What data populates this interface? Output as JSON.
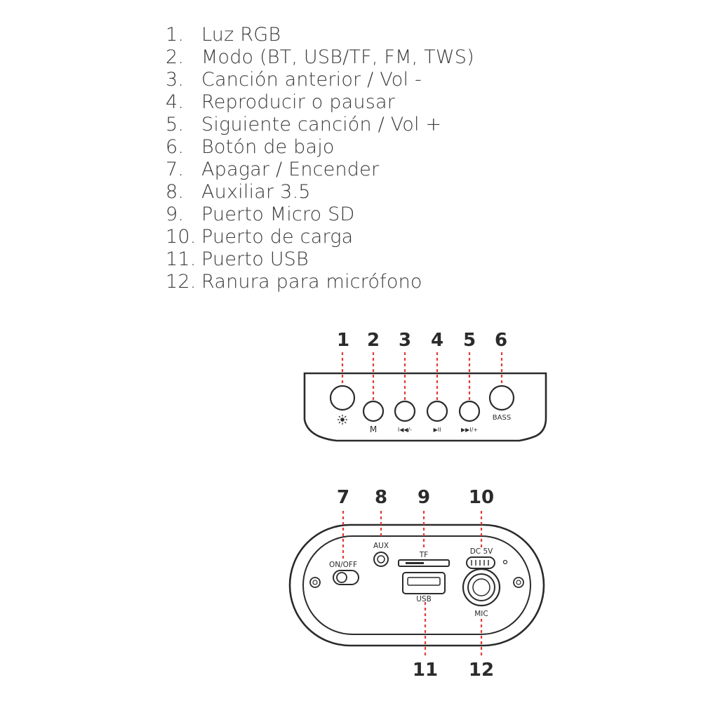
{
  "legend": [
    {
      "num": "1.",
      "text": "Luz RGB"
    },
    {
      "num": "2.",
      "text": "Modo (BT, USB/TF, FM, TWS)"
    },
    {
      "num": "3.",
      "text": "Canción anterior / Vol -"
    },
    {
      "num": "4.",
      "text": "Reproducir o pausar"
    },
    {
      "num": "5.",
      "text": "Siguiente canción / Vol +"
    },
    {
      "num": "6.",
      "text": "Botón de bajo"
    },
    {
      "num": "7.",
      "text": "Apagar / Encender"
    },
    {
      "num": "8.",
      "text": "Auxiliar 3.5"
    },
    {
      "num": "9.",
      "text": "Puerto Micro SD"
    },
    {
      "num": "10.",
      "text": "Puerto de carga"
    },
    {
      "num": "11.",
      "text": "Puerto USB"
    },
    {
      "num": "12.",
      "text": "Ranura para micrófono"
    }
  ],
  "top_panel": {
    "callouts": [
      "1",
      "2",
      "3",
      "4",
      "5",
      "6"
    ],
    "button_labels": {
      "mode": "M",
      "prev": "I◀◀/-",
      "play": "▶II",
      "next": "▶▶I/+",
      "bass": "BASS"
    }
  },
  "rear_panel": {
    "callouts_top": [
      "7",
      "8",
      "9",
      "10"
    ],
    "callouts_bottom": [
      "11",
      "12"
    ],
    "labels": {
      "power": "ON/OFF",
      "aux": "AUX",
      "tf": "TF",
      "dc": "DC 5V",
      "usb": "USB",
      "mic": "MIC"
    }
  },
  "colors": {
    "line": "#2b2b2b",
    "leader": "#e53935"
  }
}
